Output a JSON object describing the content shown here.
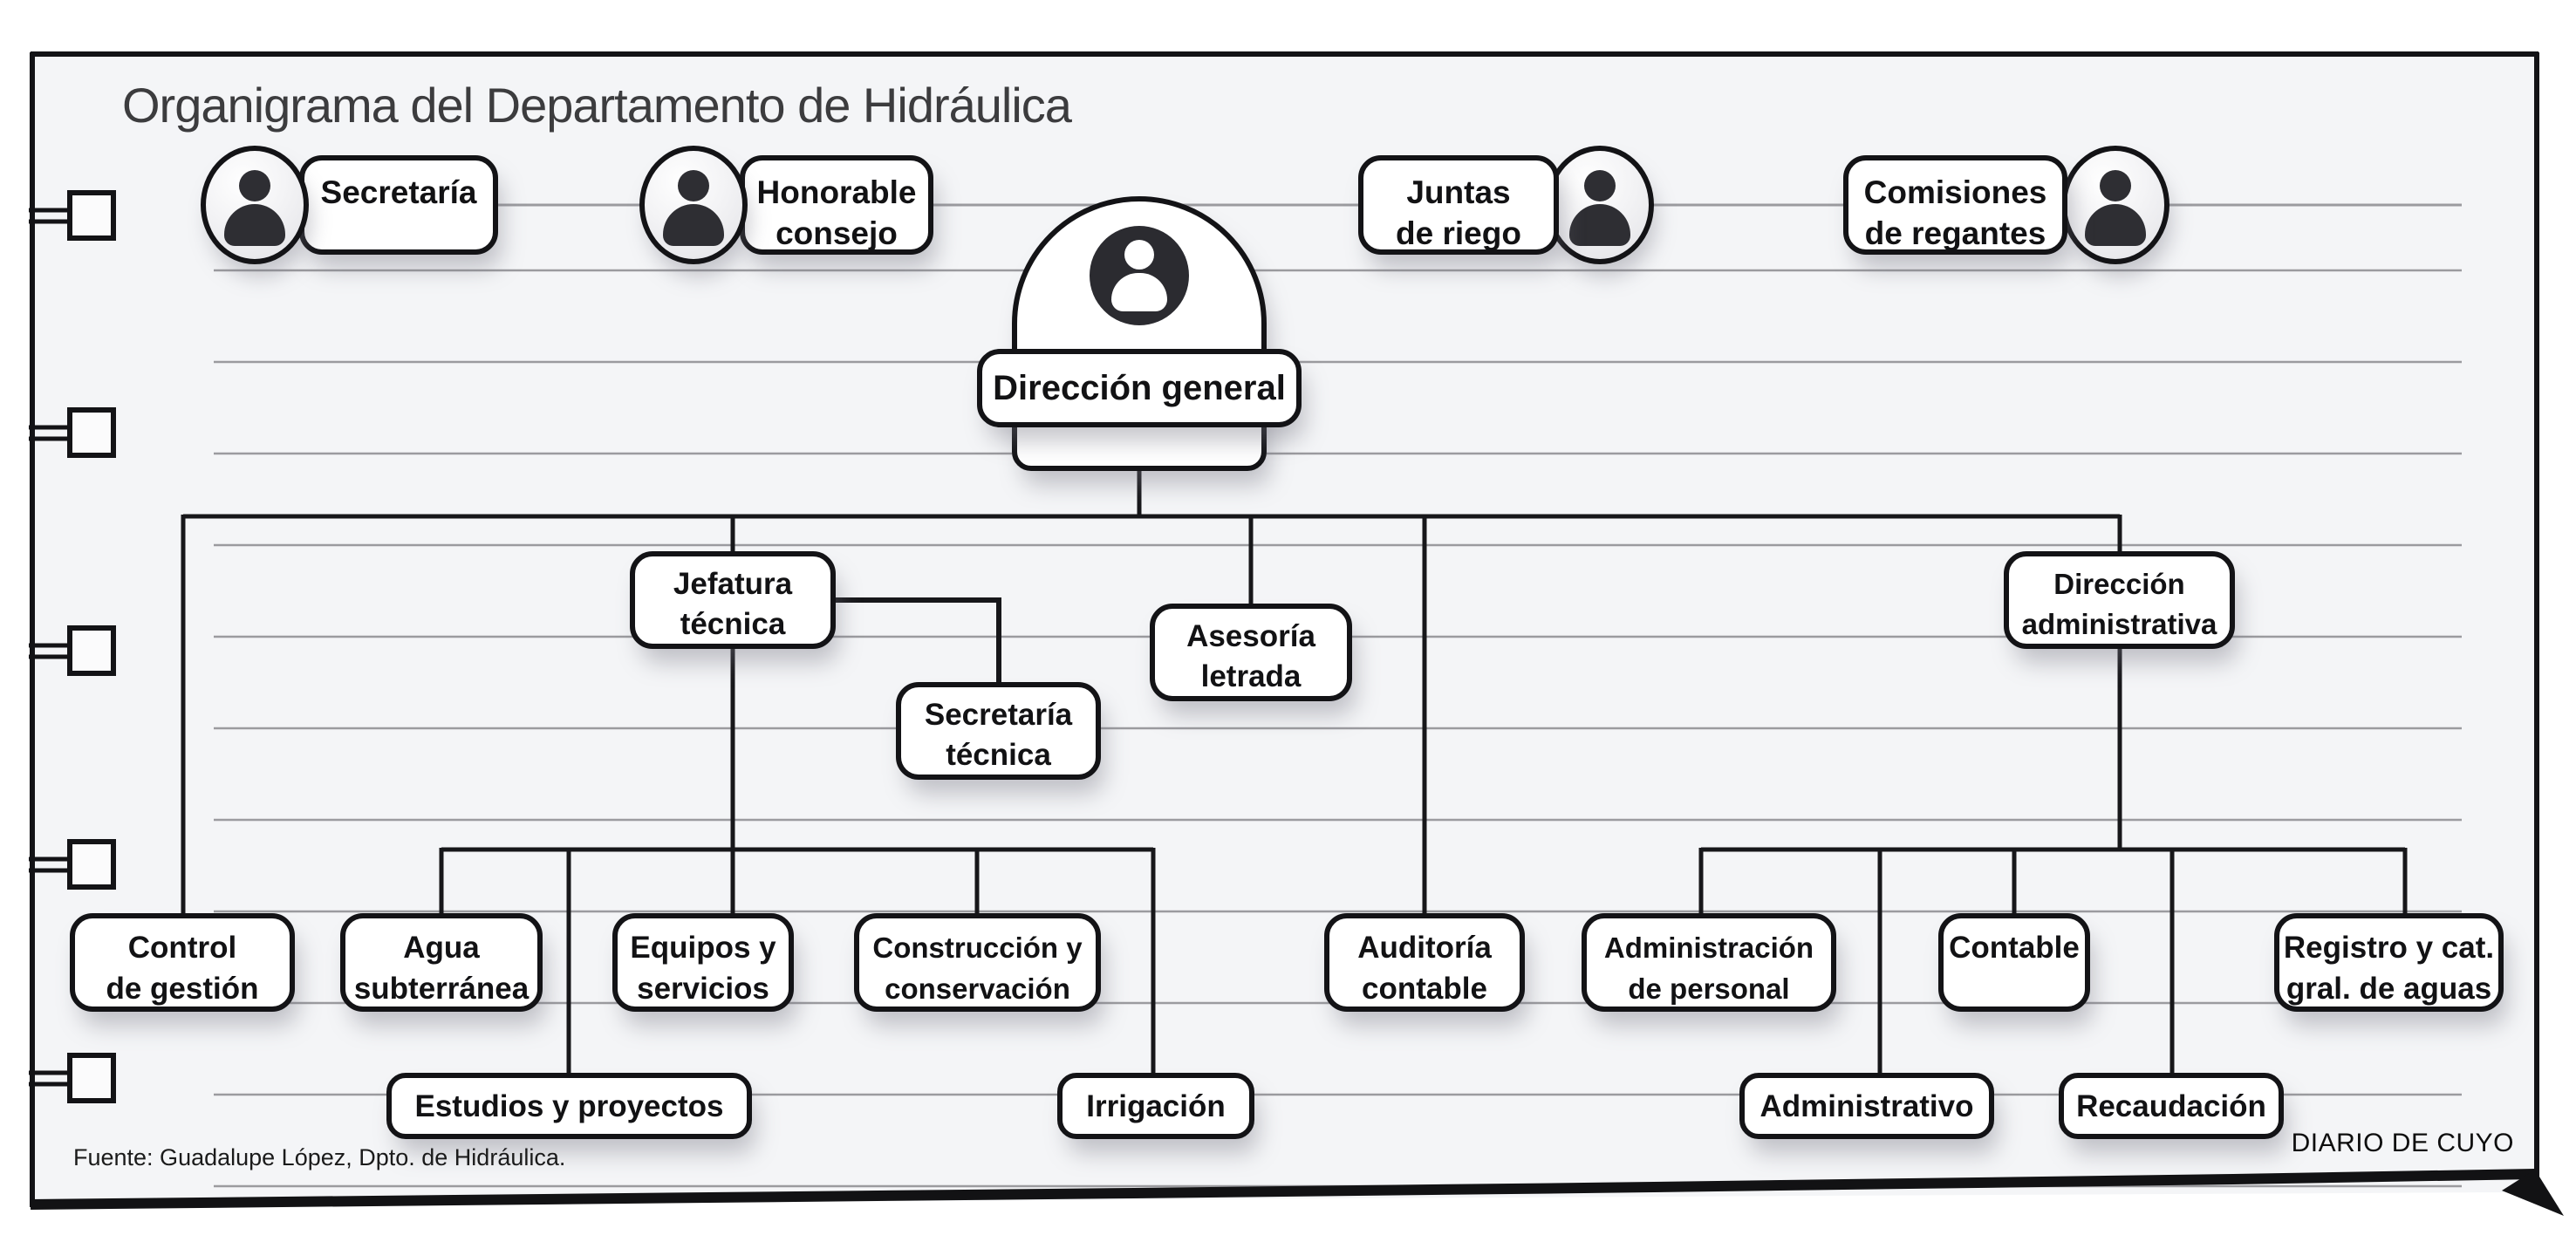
{
  "header": {
    "title": "Organigrama del Departamento de Hidráulica"
  },
  "footer": {
    "source": "Fuente: Guadalupe López, Dpto. de Hidráulica.",
    "credit": "DIARIO DE CUYO"
  },
  "colors": {
    "page_fill": "#f4f5f7",
    "ink": "#17171a",
    "ruled_line": "#9b9b9f",
    "box_fill": "#ffffff",
    "title_ink": "#3c3c3e",
    "silhouette": "#2e2e33"
  },
  "icons": {
    "person": "person-silhouette-icon",
    "binder_ring": "binder-ring-icon"
  },
  "nodes": {
    "secretaria": {
      "label": "Secretaría"
    },
    "honorable_consejo": {
      "label": "Honorable\nconsejo"
    },
    "direccion_general": {
      "label": "Dirección general"
    },
    "juntas_de_riego": {
      "label": "Juntas\nde riego"
    },
    "comisiones_de_regantes": {
      "label": "Comisiones\nde regantes"
    },
    "jefatura_tecnica": {
      "label": "Jefatura\ntécnica"
    },
    "secretaria_tecnica": {
      "label": "Secretaría\ntécnica"
    },
    "asesoria_letrada": {
      "label": "Asesoría\nletrada"
    },
    "direccion_administrativa": {
      "label": "Dirección\nadministrativa"
    },
    "control_de_gestion": {
      "label": "Control\nde gestión"
    },
    "agua_subterranea": {
      "label": "Agua\nsubterránea"
    },
    "equipos_y_servicios": {
      "label": "Equipos y\nservicios"
    },
    "construccion_y_conservacion": {
      "label": "Construcción y\nconservación"
    },
    "auditoria_contable": {
      "label": "Auditoría\ncontable"
    },
    "administracion_de_personal": {
      "label": "Administración\nde personal"
    },
    "contable": {
      "label": "Contable"
    },
    "registro_aguas": {
      "label": "Registro y cat.\ngral. de aguas"
    },
    "estudios_y_proyectos": {
      "label": "Estudios y proyectos"
    },
    "irrigacion": {
      "label": "Irrigación"
    },
    "administrativo": {
      "label": "Administrativo"
    },
    "recaudacion": {
      "label": "Recaudación"
    }
  },
  "hierarchy": {
    "root": "direccion_general",
    "satellites_of_root": [
      "secretaria",
      "honorable_consejo",
      "juntas_de_riego",
      "comisiones_de_regantes"
    ],
    "children_of_direccion_general": [
      "control_de_gestion",
      "jefatura_tecnica",
      "asesoria_letrada",
      "auditoria_contable",
      "direccion_administrativa"
    ],
    "children_of_jefatura_tecnica": [
      "secretaria_tecnica",
      "agua_subterranea",
      "estudios_y_proyectos",
      "equipos_y_servicios",
      "construccion_y_conservacion",
      "irrigacion"
    ],
    "children_of_direccion_administrativa": [
      "administracion_de_personal",
      "administrativo",
      "contable",
      "recaudacion",
      "registro_aguas"
    ]
  }
}
